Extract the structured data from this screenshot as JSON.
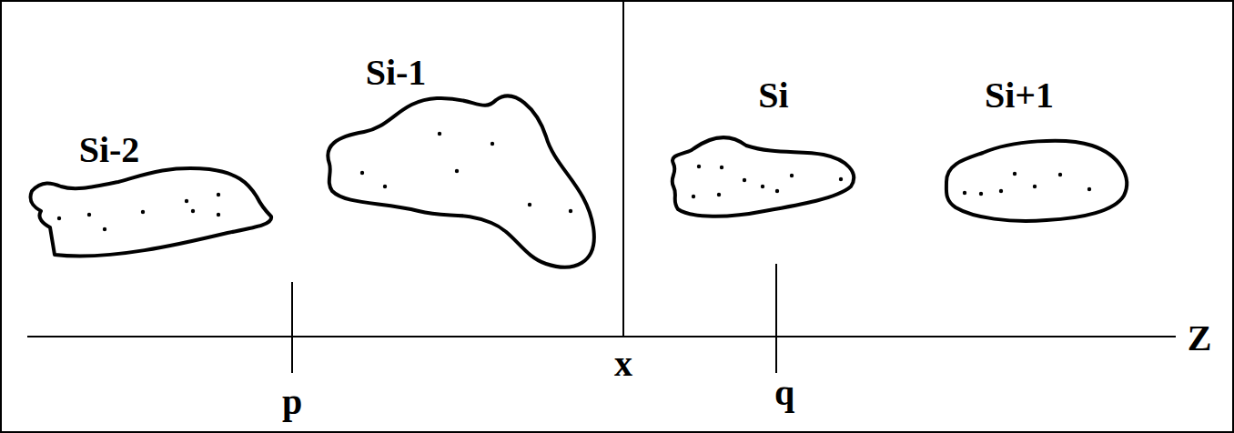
{
  "diagram": {
    "nodes": [
      {
        "text": [
          "Si-2"
        ]
      },
      {
        "text": [
          "Si-1"
        ]
      },
      {
        "text": [
          "Si"
        ]
      },
      {
        "text": [
          "Si+1"
        ]
      }
    ],
    "labels": [
      "p",
      "x",
      "q",
      "Z"
    ]
  }
}
